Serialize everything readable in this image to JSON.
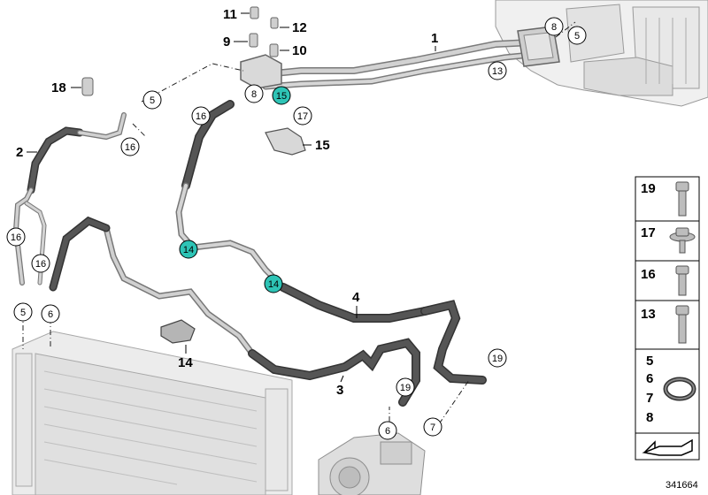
{
  "diagram_number": "341664",
  "labels": {
    "l1": "1",
    "l2": "2",
    "l3": "3",
    "l4": "4",
    "l9": "9",
    "l10": "10",
    "l11": "11",
    "l12": "12",
    "l14": "14",
    "l15": "15",
    "l18": "18"
  },
  "callouts": {
    "c5a": "5",
    "c5b": "5",
    "c5c": "5",
    "c6a": "6",
    "c6b": "6",
    "c7": "7",
    "c8a": "8",
    "c8b": "8",
    "c13": "13",
    "c14a": "14",
    "c14b": "14",
    "c15": "15",
    "c16a": "16",
    "c16b": "16",
    "c16c": "16",
    "c16d": "16",
    "c17": "17",
    "c19a": "19",
    "c19b": "19"
  },
  "legend": {
    "r19": "19",
    "r17": "17",
    "r16": "16",
    "r13": "13",
    "r5": "5",
    "r6": "6",
    "r7": "7",
    "r8": "8"
  },
  "colors": {
    "hose_dark": "#4a4a4a",
    "pipe_light": "#c9c9c9",
    "highlight": "#2ec4b6",
    "outline": "#555555"
  }
}
